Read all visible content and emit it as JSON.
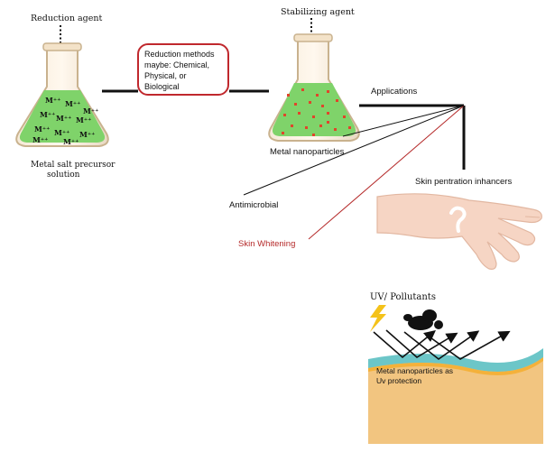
{
  "labels": {
    "reduction_agent": "Reduction agent",
    "stabilizing_agent": "Stabilizing agent",
    "reduction_methods": "Reduction methods maybe: Chemical, Physical, or Biological",
    "applications": "Applications",
    "metal_salt_precursor": "Metal salt precursor",
    "solution": "solution",
    "metal_nanoparticles": "Metal nanoparticles",
    "skin_penetration": "Skin pentration inhancers",
    "antimicrobial": "Antimicrobial",
    "skin_whitening": "Skin Whitening",
    "uv_pollutants": "UV/ Pollutants",
    "uv_protection_line1": "Metal nanoparticles as",
    "uv_protection_line2": "Uv protection",
    "ion_symbol": "M⁺⁺"
  },
  "colors": {
    "flask_liquid": "#7fd36a",
    "particles": "#e0452b",
    "method_border": "#c0282d",
    "skin_whitening_text": "#b52a2a",
    "skin_base": "#f2c580",
    "skin_layer": "#6cc6c8",
    "lightning": "#f4c21a"
  }
}
